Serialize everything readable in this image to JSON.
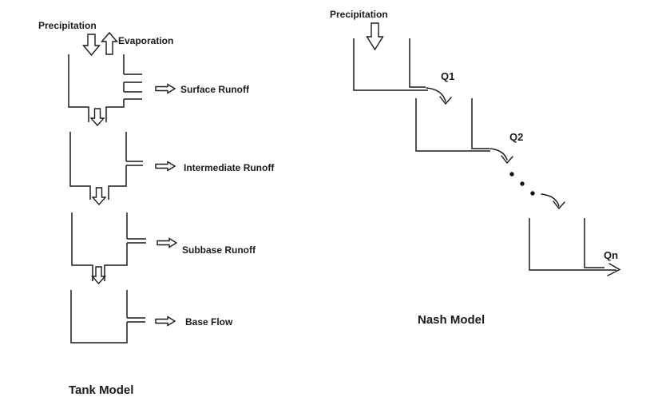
{
  "diagram": {
    "background": "#ffffff",
    "line_color": "#1a1a1a",
    "text_color": "#1a1a1a",
    "tank_model": {
      "title": "Tank Model",
      "precipitation_label": "Precipitation",
      "evaporation_label": "Evaporation",
      "outputs": [
        "Surface Runoff",
        "Intermediate Runoff",
        "Subbase Runoff",
        "Base Flow"
      ],
      "tank_count": 4
    },
    "nash_model": {
      "title": "Nash Model",
      "precipitation_label": "Precipitation",
      "flow_labels": [
        "Q1",
        "Q2",
        "Qn"
      ],
      "cascade_dots_count": 3
    }
  }
}
